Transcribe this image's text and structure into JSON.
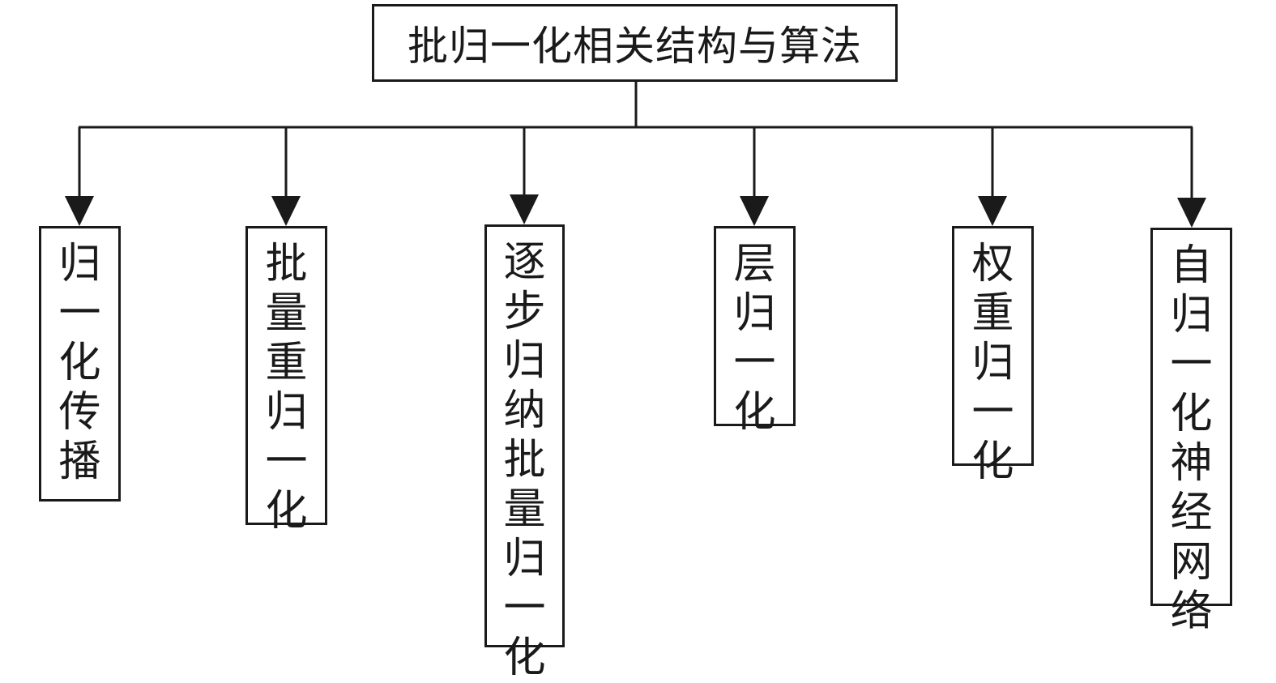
{
  "root": {
    "label": "批归一化相关结构与算法"
  },
  "children": [
    {
      "label": "归一化传播"
    },
    {
      "label": "批量重归一化"
    },
    {
      "label": "逐步归纳批量归一化"
    },
    {
      "label": "层归一化"
    },
    {
      "label": "权重归一化"
    },
    {
      "label": "自归一化神经网络"
    }
  ],
  "colors": {
    "stroke": "#1a1a1a",
    "background": "#ffffff"
  }
}
